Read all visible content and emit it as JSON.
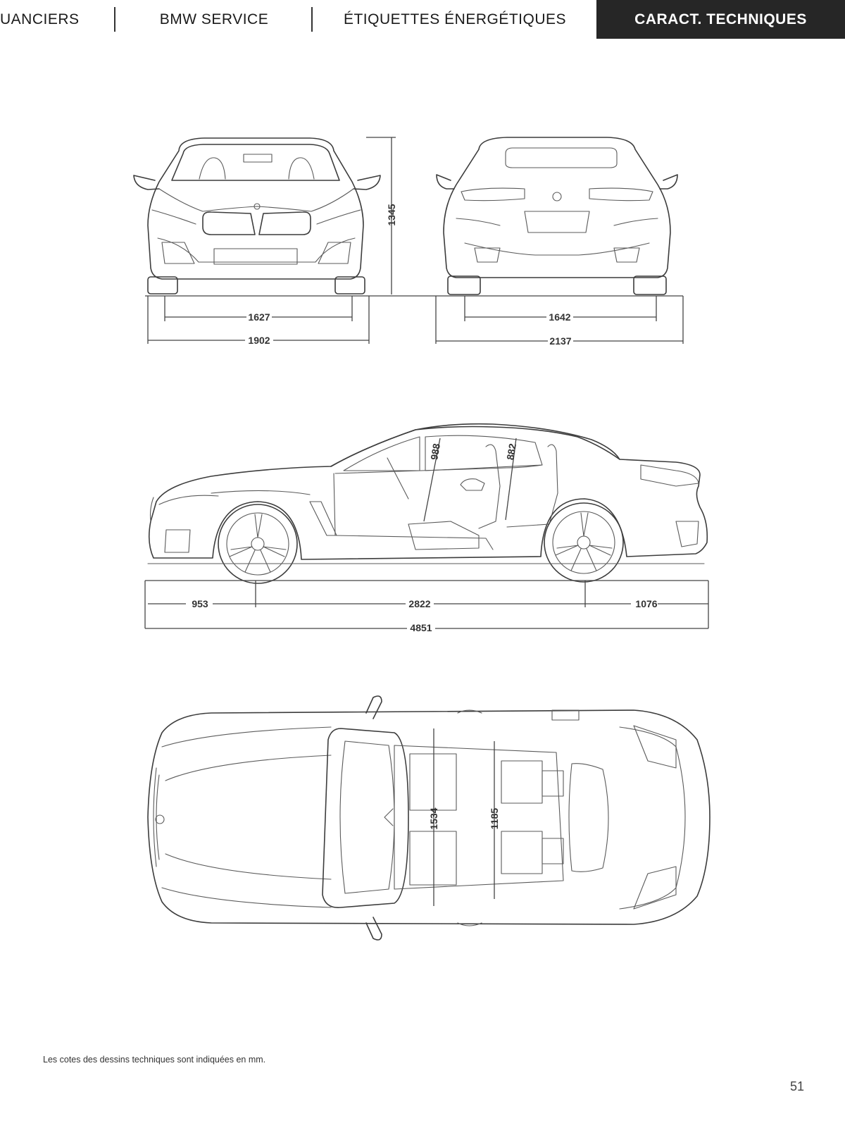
{
  "nav": {
    "tabs": [
      {
        "label": "UANCIERS",
        "active": false
      },
      {
        "label": "BMW SERVICE",
        "active": false
      },
      {
        "label": "ÉTIQUETTES ÉNERGÉTIQUES",
        "active": false
      },
      {
        "label": "CARACT. TECHNIQUES",
        "active": true
      }
    ]
  },
  "dimensions": {
    "height": "1345",
    "front_track": "1627",
    "width_body": "1902",
    "rear_track": "1642",
    "width_mirrors": "2137",
    "front_overhang": "953",
    "wheelbase": "2822",
    "rear_overhang": "1076",
    "length": "4851",
    "front_headroom": "988",
    "rear_headroom": "882",
    "front_shoulder": "1534",
    "rear_shoulder": "1185"
  },
  "note": "Les cotes des dessins techniques sont indiquées en mm.",
  "page_number": "51",
  "colors": {
    "active_tab_bg": "#262626",
    "active_tab_text": "#ffffff",
    "line": "#3c3c3c"
  }
}
